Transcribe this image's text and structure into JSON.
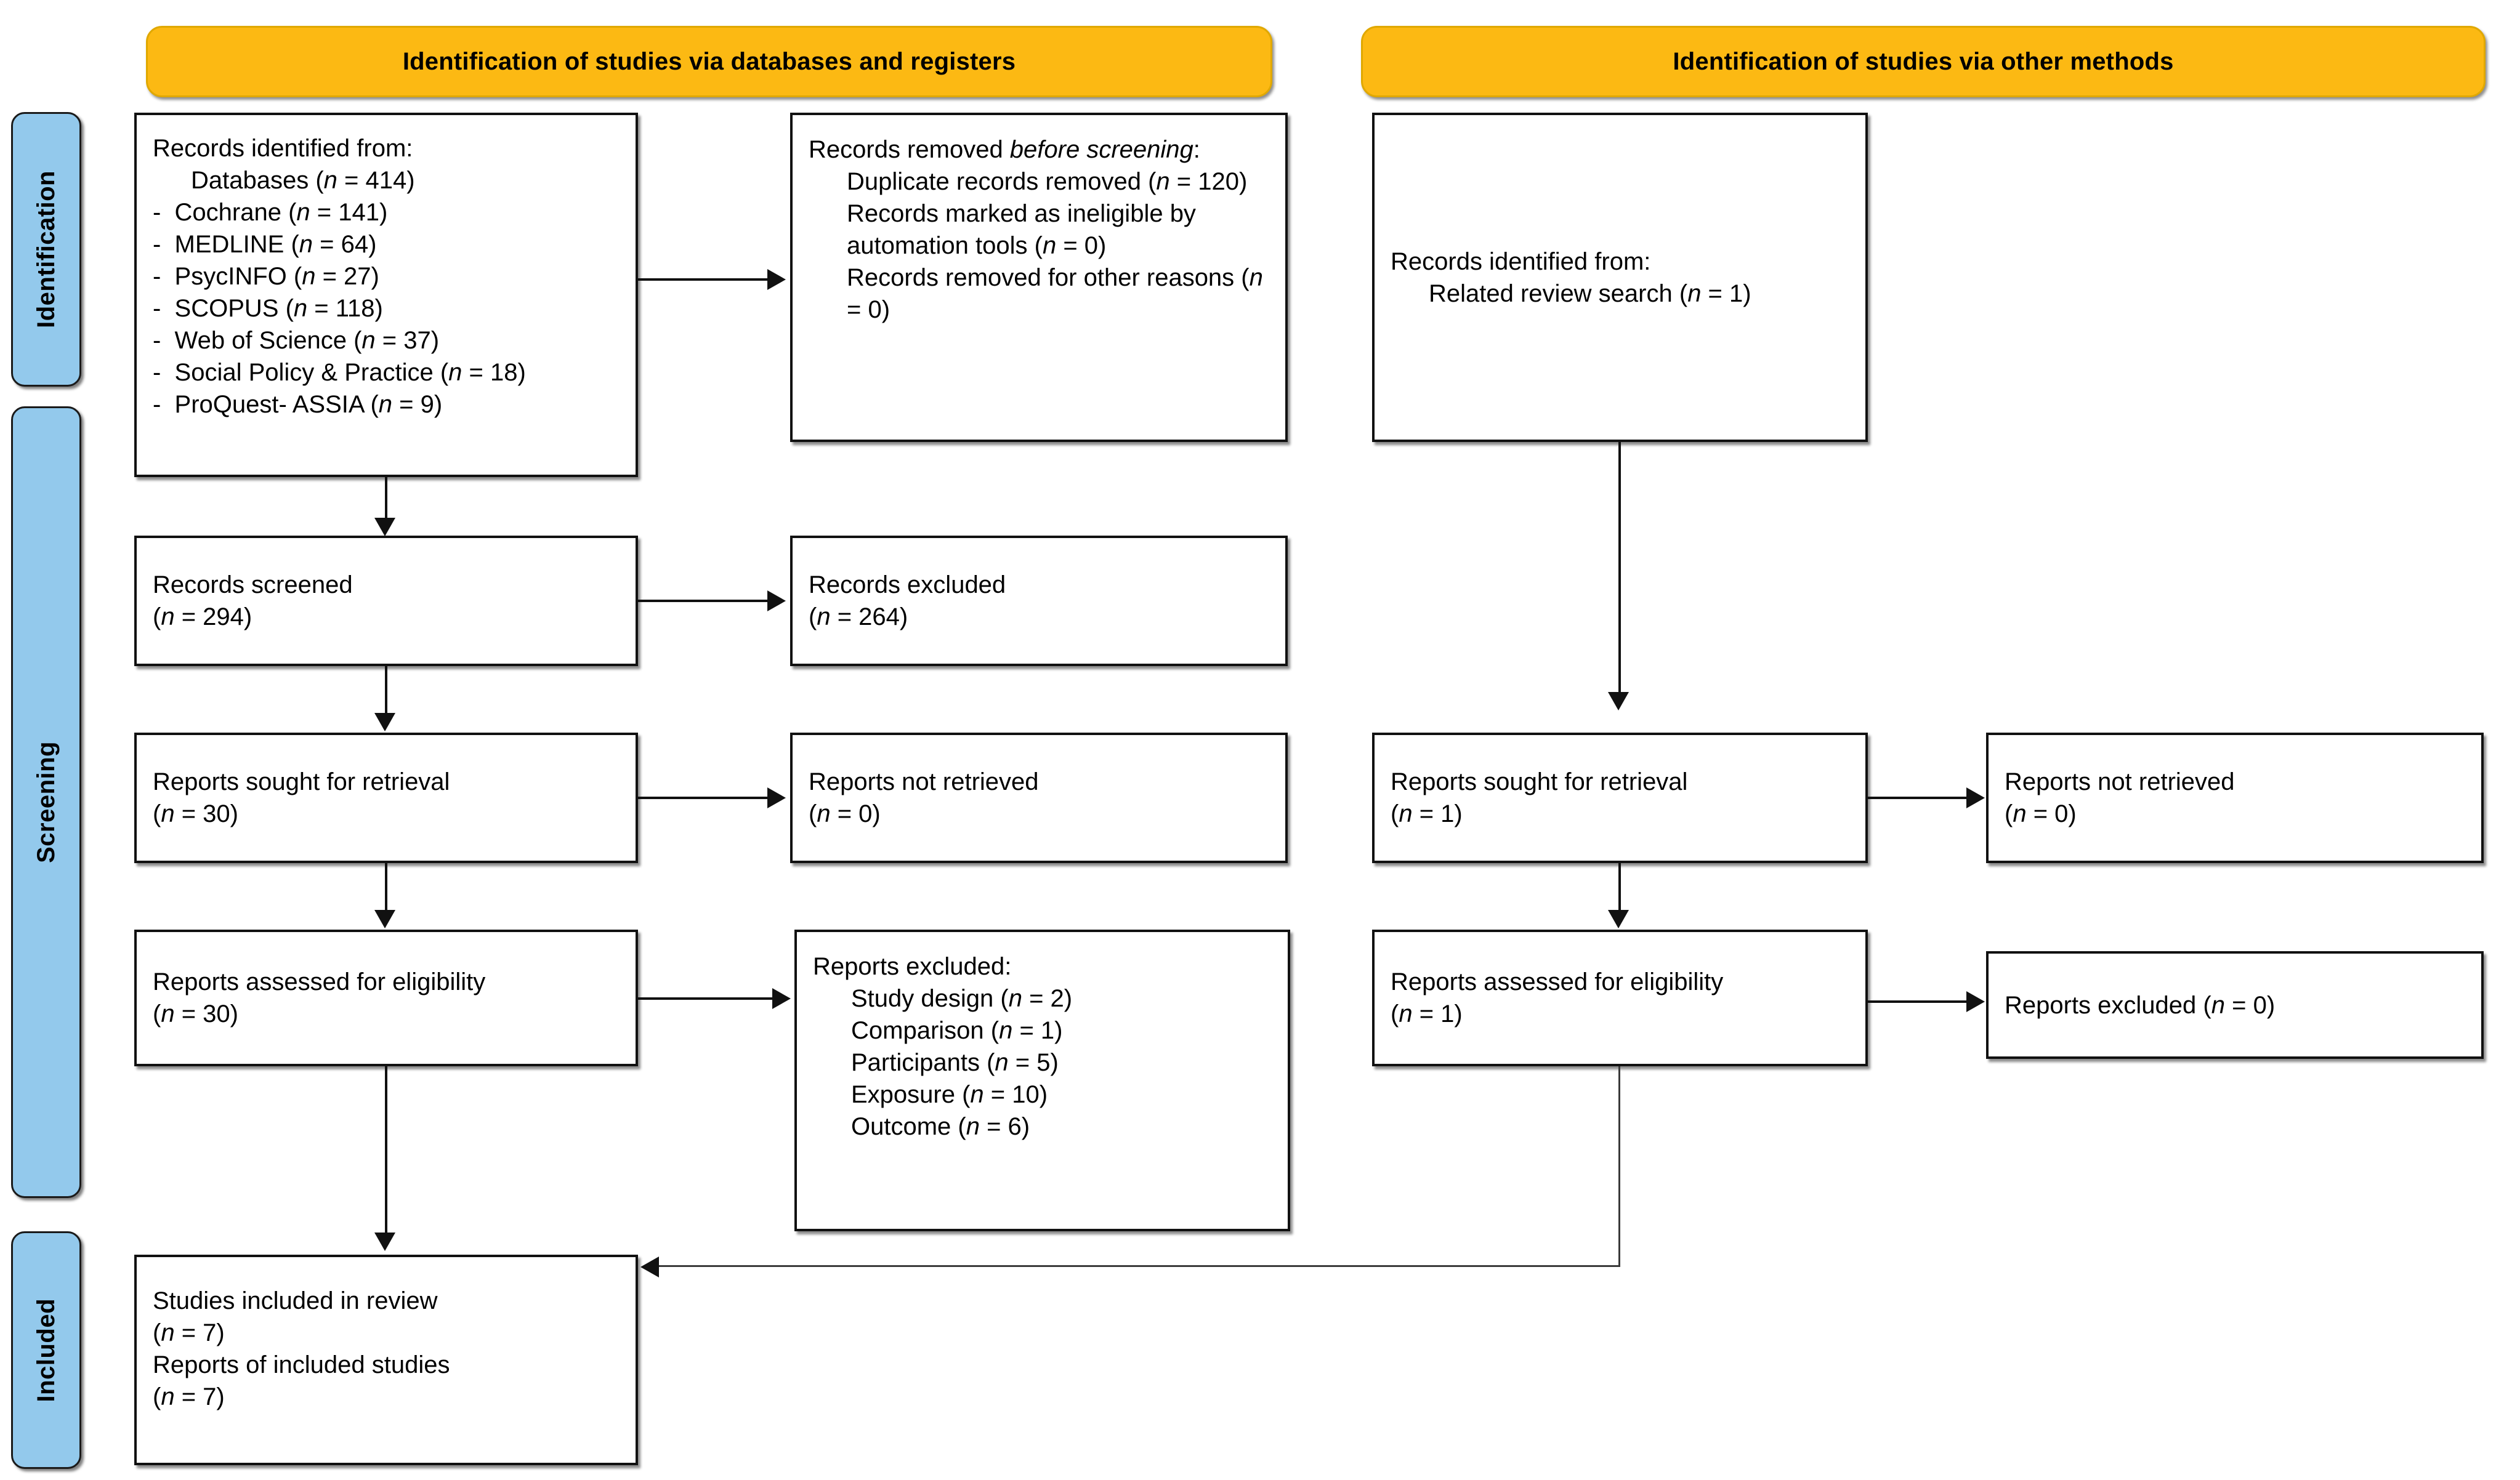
{
  "diagram": {
    "title": "PRISMA 2020 flow diagram",
    "colors": {
      "header_fill": "#FCB913",
      "stage_fill": "#93C9EC",
      "box_fill": "#FFFFFF",
      "line": "#111111"
    }
  },
  "headers": {
    "left": "Identification of studies via databases and registers",
    "right": "Identification of studies via other methods"
  },
  "stages": {
    "identification": "Identification",
    "screening": "Screening",
    "included": "Included"
  },
  "left_column": {
    "identified": {
      "line1": "Records identified from:",
      "line2": "Databases (n = 414)",
      "sources": [
        "Cochrane (n = 141)",
        "MEDLINE (n = 64)",
        "PsycINFO (n = 27)",
        "SCOPUS (n = 118)",
        "Web of Science (n = 37)",
        "Social Policy & Practice (n = 18)",
        "ProQuest- ASSIA (n = 9)"
      ]
    },
    "removed": {
      "heading_pre": "Records removed ",
      "heading_em": "before screening",
      "heading_post": ":",
      "items": [
        "Duplicate records removed (n = 120)",
        "Records marked as ineligible by automation tools (n = 0)",
        "Records removed for other reasons (n = 0)"
      ]
    },
    "screened": {
      "label": "Records screened",
      "count": "(n = 294)"
    },
    "excluded": {
      "label": "Records excluded",
      "count": "(n = 264)"
    },
    "sought": {
      "label": "Reports sought for retrieval",
      "count": "(n = 30)"
    },
    "not_retrieved": {
      "label": "Reports not retrieved",
      "count": "(n = 0)"
    },
    "assessed": {
      "label": "Reports assessed for eligibility",
      "count": "(n = 30)"
    },
    "reports_excluded": {
      "heading": "Reports excluded:",
      "reasons": [
        "Study design (n = 2)",
        "Comparison (n = 1)",
        "Participants (n = 5)",
        "Exposure (n = 10)",
        "Outcome (n = 6)"
      ]
    },
    "included": {
      "line1": "Studies included in review",
      "count1": "(n = 7)",
      "line2": "Reports of included studies",
      "count2": "(n = 7)"
    }
  },
  "right_column": {
    "identified": {
      "line1": "Records identified from:",
      "line2": "Related review search (n = 1)"
    },
    "sought": {
      "label": "Reports sought for retrieval",
      "count": "(n = 1)"
    },
    "not_retrieved": {
      "label": "Reports not retrieved",
      "count": "(n = 0)"
    },
    "assessed": {
      "label": "Reports assessed for eligibility",
      "count": "(n = 1)"
    },
    "excluded": {
      "label": "Reports excluded (n = 0)"
    }
  }
}
